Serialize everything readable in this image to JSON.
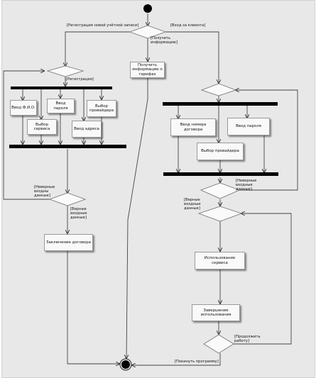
{
  "nodes": {
    "get_tariff_info": "Получить информацию о тарифах",
    "enter_name": "Ввод Ф.И.О.",
    "enter_password_reg": "Ввод пароля",
    "choose_provider_reg": "Выбор провайдера",
    "choose_service": "Выбор сервиса",
    "enter_address": "Ввод адреса",
    "contract_conclusion": "Заключение договора",
    "enter_contract_number": "Ввод номера договора",
    "enter_password_login": "Ввод пароля",
    "choose_provider_login": "Выбор провайдера",
    "use_service": "Использование сервиса",
    "finish_use": "Завершение использования"
  },
  "guards": {
    "register_new": "[Регистрация новой учётной записи]",
    "login": "[Вход за клиента]",
    "get_info": "[Получить информацию]",
    "registration": "[Регистрация]",
    "invalid_reg": "[Неверные входны данные]",
    "valid_reg": "[Верные входные данные]",
    "invalid_login": "[Неверные входные данные]",
    "valid_login": "[Верные входные данные]",
    "continue_work": "[Продолжить работу]",
    "exit_program": "[Покинуть программу]"
  }
}
